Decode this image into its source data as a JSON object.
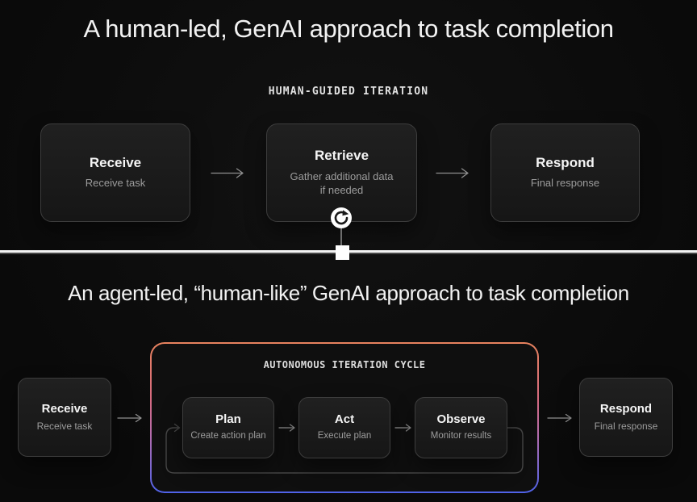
{
  "top_slide": {
    "title": "A human-led, GenAI approach to task completion",
    "stage_label": "HUMAN-GUIDED ITERATION",
    "nodes": [
      {
        "title": "Receive",
        "subtitle": "Receive task"
      },
      {
        "title": "Retrieve",
        "subtitle": "Gather additional data if needed"
      },
      {
        "title": "Respond",
        "subtitle": "Final response"
      }
    ],
    "icons": {
      "refresh": "refresh-clockwise-icon"
    }
  },
  "bottom_slide": {
    "title": "An agent-led, “human-like” GenAI approach to task completion",
    "cycle_label": "AUTONOMOUS ITERATION CYCLE",
    "receive": {
      "title": "Receive",
      "subtitle": "Receive task"
    },
    "respond": {
      "title": "Respond",
      "subtitle": "Final response"
    },
    "cycle_nodes": [
      {
        "title": "Plan",
        "subtitle": "Create action plan"
      },
      {
        "title": "Act",
        "subtitle": "Execute plan"
      },
      {
        "title": "Observe",
        "subtitle": "Monitor results"
      }
    ],
    "colors": {
      "cycle_border_top": "#e8835e",
      "cycle_border_mid": "#b36cae",
      "cycle_border_bottom": "#4f62e8"
    }
  }
}
